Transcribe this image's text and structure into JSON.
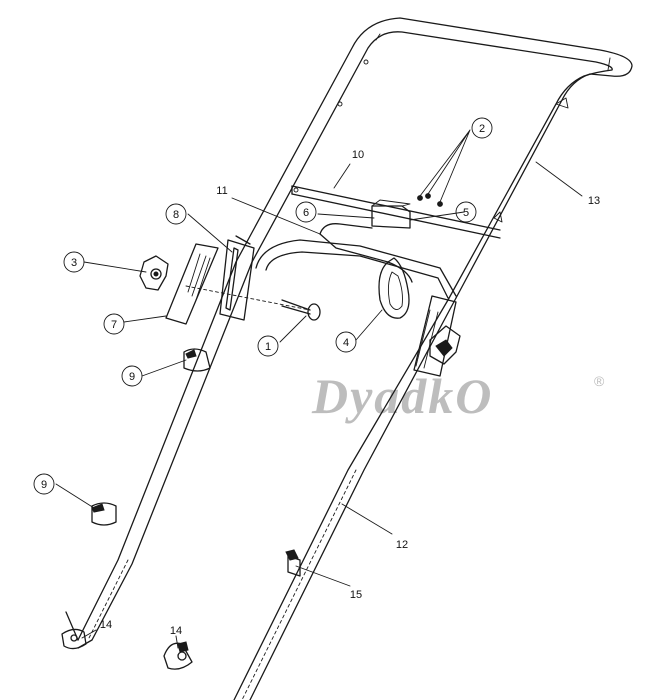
{
  "watermark": {
    "text": "DyadkO",
    "mark": "®"
  },
  "callouts": {
    "c1": "1",
    "c2": "2",
    "c3": "3",
    "c4": "4",
    "c5": "5",
    "c6": "6",
    "c7": "7",
    "c8": "8",
    "c9a": "9",
    "c9b": "9",
    "c10": "10",
    "c11": "11",
    "c12": "12",
    "c13": "13",
    "c14a": "14",
    "c14b": "14",
    "c15": "15"
  }
}
